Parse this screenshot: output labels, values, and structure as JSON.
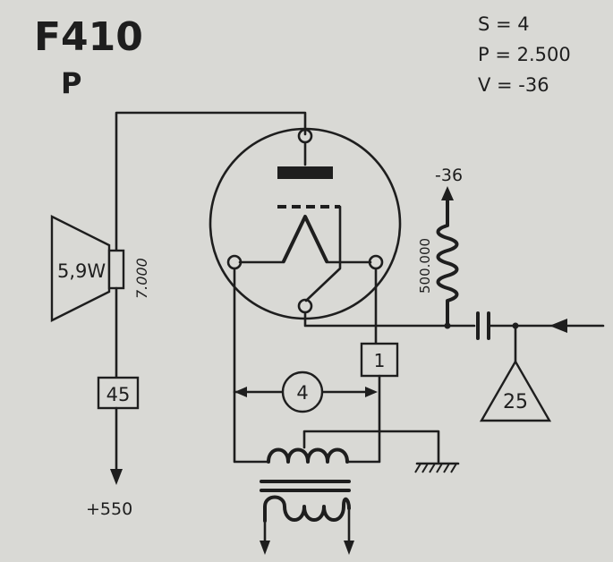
{
  "header": {
    "tube_code": "F410",
    "tube_class": "P"
  },
  "parameters": {
    "s": "S = 4",
    "p": "P = 2.500",
    "v": "V = -36"
  },
  "labels": {
    "grid_bias": "-36",
    "grid_resistor": "500.000",
    "speaker_power": "5,9W",
    "output_impedance": "7.000",
    "plate_supply": "+550"
  },
  "references": {
    "plate_box": "45",
    "filament_box": "1",
    "heater_circle": "4",
    "input_triangle": "25"
  }
}
